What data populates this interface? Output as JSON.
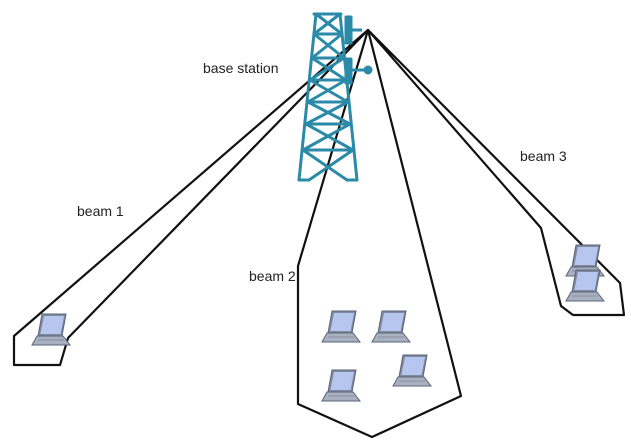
{
  "title": "",
  "labels": {
    "base_station": "base station",
    "beam1": "beam 1",
    "beam2": "beam 2",
    "beam3": "beam 3"
  },
  "icons": {
    "tower": "base-station-tower",
    "device": "laptop"
  },
  "colors": {
    "tower": "#2a8aa8",
    "beam": "#111111",
    "laptop_screen": "#b7c6ee",
    "laptop_body": "#9ea6b6",
    "laptop_outline": "#5a6477"
  },
  "devices_per_beam": {
    "beam1": 1,
    "beam2": 4,
    "beam3": 2
  }
}
